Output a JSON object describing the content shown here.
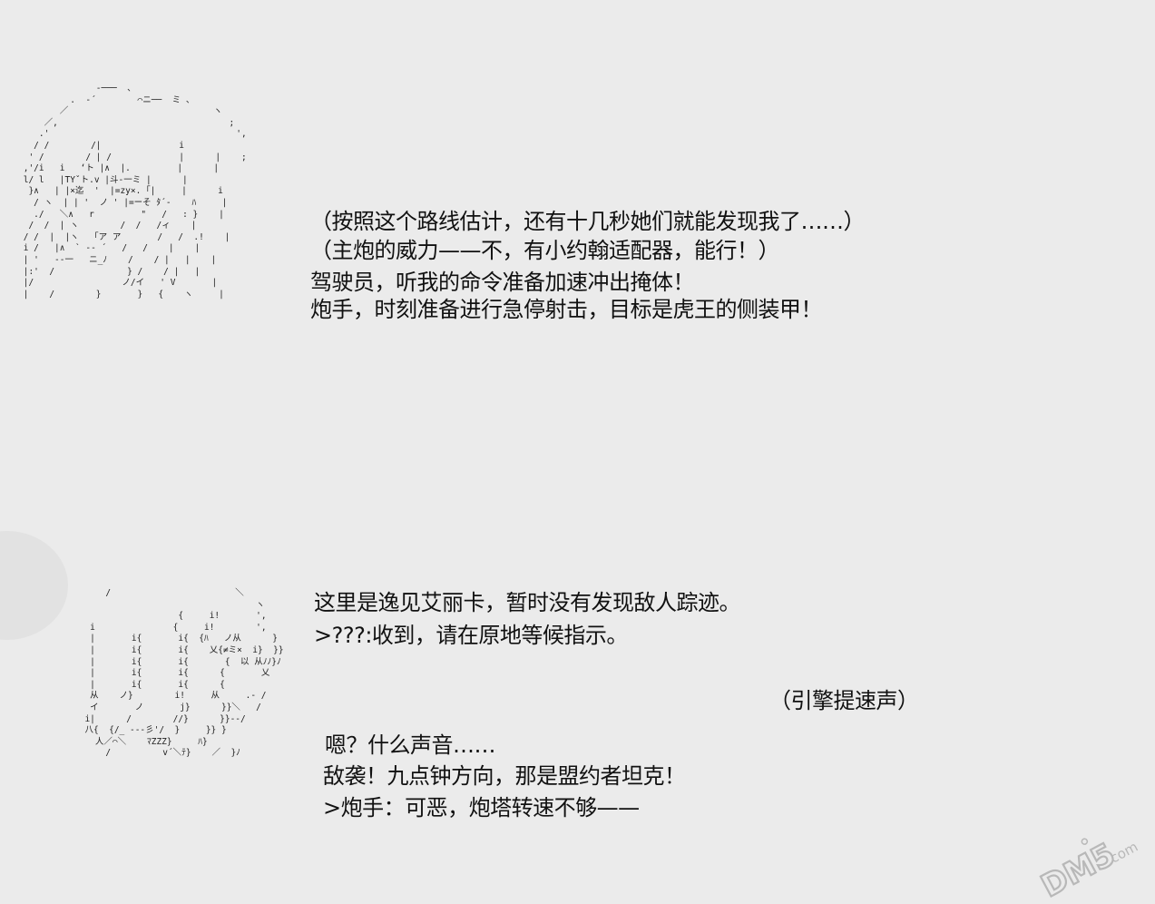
{
  "ascii_art": {
    "top": [
      "               -───  、",
      "          .  ‐´        ⌒ニ──  ミ 、",
      "        ／                            ヽ",
      "     ／,                                 ;",
      "    .'                                    ',",
      "   / /        /|               i",
      "  ' /        / | /             |      |    ;",
      " ,'/i   i   ‘ト |∧  |.         |      |",
      " l/ l   |TYˇト.v |斗‐一ミ |      |",
      "  }∧   | |×迄  '  |=zy×. ｢|     |      i",
      "   / ヽ  | | '  ノ ' |=ーそ ﾀ´‐    ﾊ     |",
      "   ./   ＼∧   r         \"   /   : }    |",
      "  /  /  | ヽ        /  /   /ィ    |",
      " / /  |  |ヽ   ｢ア ア       /   /  .!    |",
      " i /   |∧  ` ‐‐ ´   /   /    |    |",
      " | '   ‐‐一   ニ_ﾉ    /    / |   |    |",
      " |:'  /              } /    / |   |",
      " |/                 ノ/イ   ' V       |",
      " |    /        }       }   {    ヽ     |"
    ],
    "bottom": [
      "      /                        ＼",
      "                                   ヽ",
      "                    {     i!       ',",
      "   i               {     i!        ',",
      "   |       i{       i{  {ﾊ   ノ从      }",
      "   |       i{       i{    乂{≠ミ×  i}  }}",
      "   |       i{       i{       {  以 从ﾉﾉ}ﾉ",
      "   |       i{       i{      {       乂",
      "   |       i{       i{      {",
      "   从    ノ}        i!     从     .‐ /",
      "   イ       ノ       j}      }}＼   /",
      "  i|      /        //}      }}‐‐/",
      "  八{  {/_ ‐‐‐彡'/  }     }} }",
      "    人／⌒＼    ﾏZZZ}     ﾊ}",
      "      /          v´＼ﾃ}    ／  }ﾉ"
    ]
  },
  "dialogue": {
    "line1": "（按照这个路线估计，还有十几秒她们就能发现我了……）",
    "line2": "（主炮的威力——不，有小约翰适配器，能行！）",
    "line3": "驾驶员，听我的命令准备加速冲出掩体！",
    "line4": "炮手，时刻准备进行急停射击，目标是虎王的侧装甲！",
    "line5": "这里是逸见艾丽卡，暂时没有发现敌人踪迹。",
    "line6": ">???:收到，请在原地等候指示。",
    "line7": "（引擎提速声）",
    "line8": "嗯？什么声音……",
    "line9": "敌袭！九点钟方向，那是盟约者坦克！",
    "line10": ">炮手：可恶，炮塔转速不够——"
  },
  "watermark": {
    "text": "DM5",
    "subtext": ".com"
  },
  "colors": {
    "background": "#ebebeb",
    "text": "#111111",
    "watermark": "#b8b8b8"
  }
}
